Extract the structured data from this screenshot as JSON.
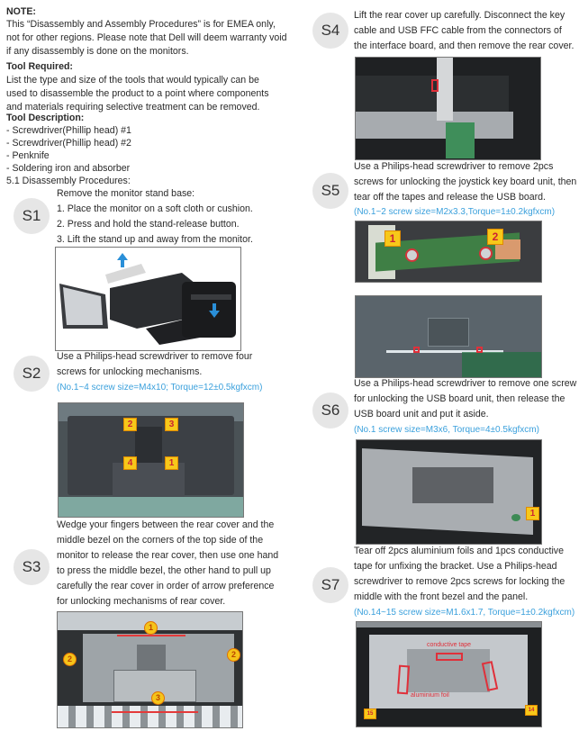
{
  "left": {
    "note_heading": "NOTE:",
    "note_lines": [
      "This “Disassembly and Assembly Procedures” is for EMEA only,",
      "not for other regions. Please note that Dell will deem warranty void",
      "if any disassembly is done on the monitors."
    ],
    "tool_required_heading": "Tool Required:",
    "tool_required_lines": [
      "List the type and size of the tools that would typically can be",
      "used to disassemble the product to a point where components",
      "and materials requiring selective treatment can be removed."
    ],
    "tool_description_heading": "Tool Description:",
    "tools": [
      "- Screwdriver(Phillip head) #1",
      "- Screwdriver(Phillip head) #2",
      "- Penknife",
      "- Soldering iron and absorber"
    ],
    "procedures_heading": "5.1 Disassembly Procedures:"
  },
  "steps": [
    {
      "id": "S1",
      "lines": [
        "Remove the monitor stand base:",
        "1. Place the monitor on a soft cloth or cushion.",
        "2. Press and hold the stand-release button.",
        "3. Lift the stand up and away from the monitor."
      ],
      "spec": ""
    },
    {
      "id": "S2",
      "lines": [
        "Use a Philips-head screwdriver to remove four",
        "screws for unlocking mechanisms."
      ],
      "spec": "(No.1~4 screw size=M4x10; Torque=12±0.5kgfxcm)",
      "markers": [
        "2",
        "3",
        "4",
        "1"
      ]
    },
    {
      "id": "S3",
      "lines": [
        "Wedge your fingers between the rear cover and the",
        "middle bezel on the corners of the top side of the",
        "monitor to release the rear cover, then use one hand",
        "to press the middle bezel, the other hand to pull up",
        "carefully the rear cover in order of arrow preference",
        "for unlocking mechanisms of rear cover."
      ],
      "spec": "",
      "markers": [
        "1",
        "2",
        "2",
        "3"
      ]
    },
    {
      "id": "S4",
      "lines": [
        "Lift the rear cover up carefully. Disconnect the key",
        "cable and USB FFC cable from the connectors of",
        "the interface board, and then remove the rear cover."
      ],
      "spec": ""
    },
    {
      "id": "S5",
      "lines": [
        "Use a Philips-head screwdriver to remove 2pcs",
        "screws for unlocking the joystick key board unit, then",
        "tear off the tapes and release the USB board."
      ],
      "spec": "(No.1~2 screw size=M2x3.3,Torque=1±0.2kgfxcm)",
      "markers": [
        "1",
        "2"
      ]
    },
    {
      "id": "S6",
      "lines": [
        "Use a Philips-head screwdriver to remove one screw",
        "for unlocking the USB board unit, then release the",
        "USB board unit and put it aside."
      ],
      "spec": "(No.1 screw size=M3x6, Torque=4±0.5kgfxcm)",
      "markers": [
        "1"
      ]
    },
    {
      "id": "S7",
      "lines": [
        "Tear off 2pcs aluminium foils and 1pcs conductive",
        "tape for unfixing the bracket. Use a Philips-head",
        "screwdriver to remove 2pcs screws for locking the",
        "middle with the front bezel and the panel."
      ],
      "spec": "(No.14~15 screw size=M1.6x1.7, Torque=1±0.2kgfxcm)",
      "markers": [
        "15",
        "14"
      ],
      "labels": {
        "conductive": "conductive tape",
        "foil": "aluminium foil"
      }
    }
  ],
  "colors": {
    "spec_blue": "#3aa0dc",
    "step_circle": "#e6e6e6",
    "marker_yellow": "#f7c81a",
    "marker_red": "#e0303a"
  }
}
